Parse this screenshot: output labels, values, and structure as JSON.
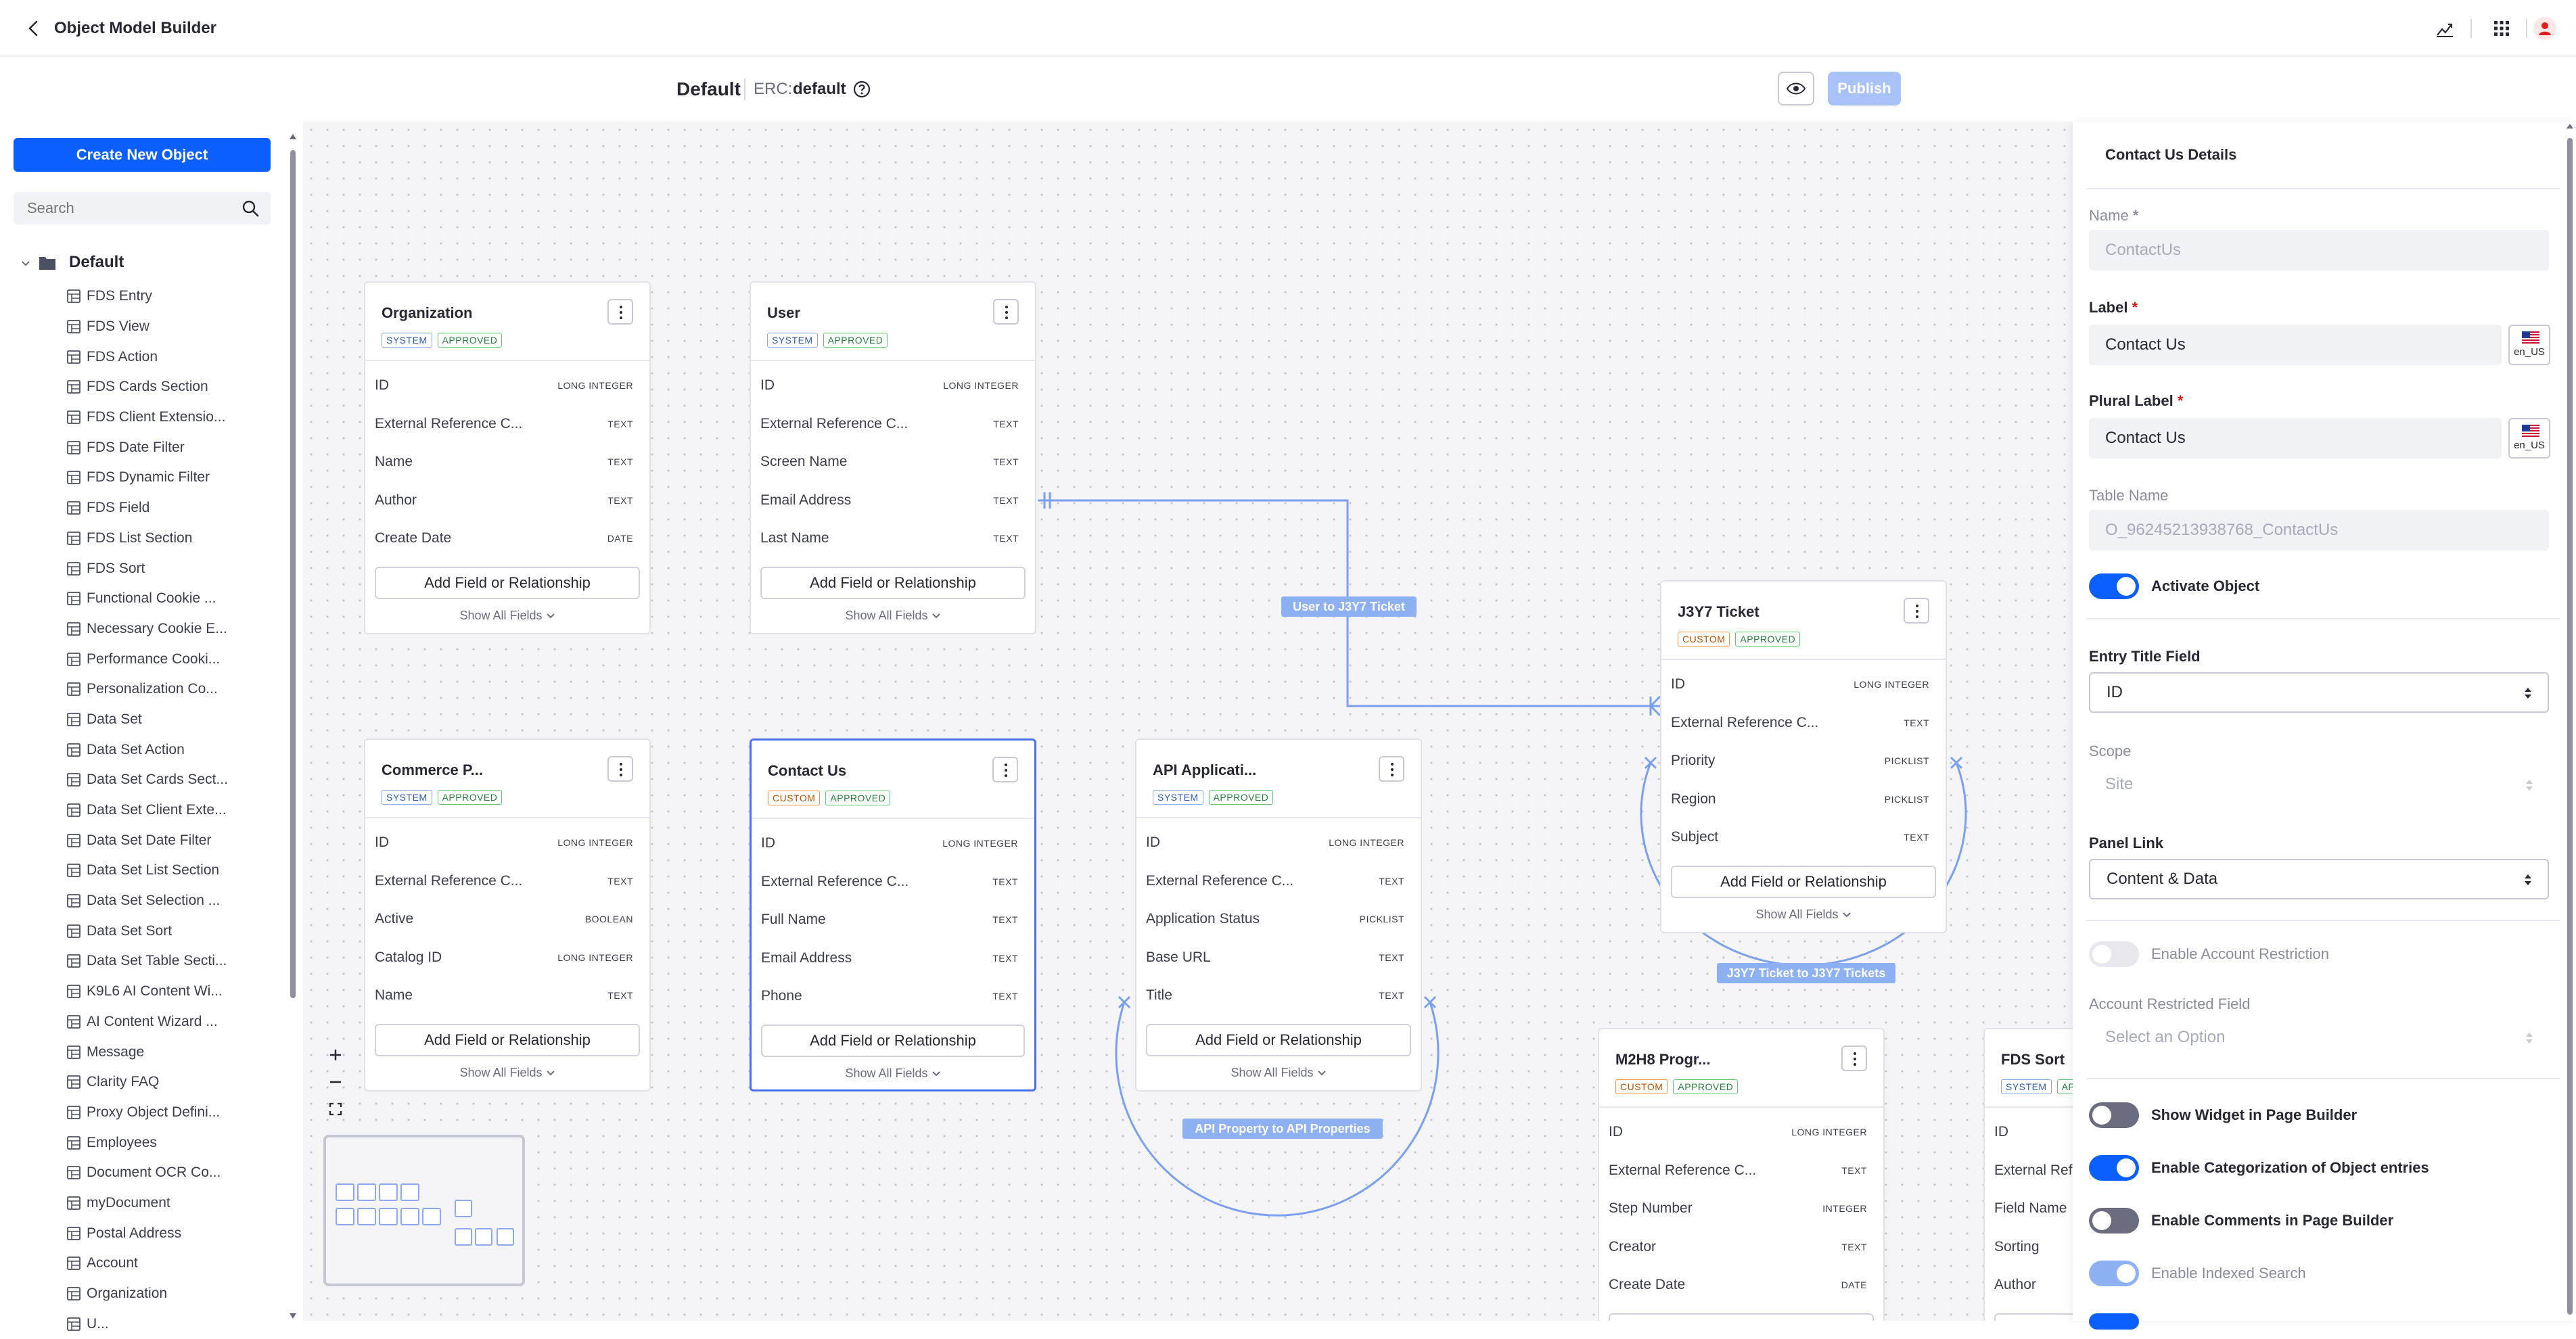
{
  "header": {
    "title": "Object Model Builder"
  },
  "subheader": {
    "model_name": "Default",
    "erc_label": "ERC:",
    "erc_value": "default",
    "publish_label": "Publish"
  },
  "sidebar": {
    "create_button_label": "Create New Object",
    "search_placeholder": "Search",
    "root_label": "Default",
    "items": [
      "FDS Entry",
      "FDS View",
      "FDS Action",
      "FDS Cards Section",
      "FDS Client Extensio...",
      "FDS Date Filter",
      "FDS Dynamic Filter",
      "FDS Field",
      "FDS List Section",
      "FDS Sort",
      "Functional Cookie ...",
      "Necessary Cookie E...",
      "Performance Cooki...",
      "Personalization Co...",
      "Data Set",
      "Data Set Action",
      "Data Set Cards Sect...",
      "Data Set Client Exte...",
      "Data Set Date Filter",
      "Data Set List Section",
      "Data Set Selection ...",
      "Data Set Sort",
      "Data Set Table Secti...",
      "K9L6 AI Content Wi...",
      "AI Content Wizard ...",
      "Message",
      "Clarity FAQ",
      "Proxy Object Defini...",
      "Employees",
      "Document OCR Co...",
      "myDocument",
      "Postal Address",
      "Account",
      "Organization",
      "U..."
    ]
  },
  "canvas": {
    "add_field_label": "Add Field or Relationship",
    "show_all_label": "Show All Fields",
    "cards": [
      {
        "title": "Organization",
        "badges": [
          "SYSTEM",
          "APPROVED"
        ],
        "fields": [
          [
            "ID",
            "LONG INTEGER"
          ],
          [
            "External Reference C...",
            "TEXT"
          ],
          [
            "Name",
            "TEXT"
          ],
          [
            "Author",
            "TEXT"
          ],
          [
            "Create Date",
            "DATE"
          ]
        ]
      },
      {
        "title": "User",
        "badges": [
          "SYSTEM",
          "APPROVED"
        ],
        "fields": [
          [
            "ID",
            "LONG INTEGER"
          ],
          [
            "External Reference C...",
            "TEXT"
          ],
          [
            "Screen Name",
            "TEXT"
          ],
          [
            "Email Address",
            "TEXT"
          ],
          [
            "Last Name",
            "TEXT"
          ]
        ]
      },
      {
        "title": "J3Y7 Ticket",
        "badges": [
          "CUSTOM",
          "APPROVED"
        ],
        "fields": [
          [
            "ID",
            "LONG INTEGER"
          ],
          [
            "External Reference C...",
            "TEXT"
          ],
          [
            "Priority",
            "PICKLIST"
          ],
          [
            "Region",
            "PICKLIST"
          ],
          [
            "Subject",
            "TEXT"
          ]
        ]
      },
      {
        "title": "Commerce P...",
        "badges": [
          "SYSTEM",
          "APPROVED"
        ],
        "fields": [
          [
            "ID",
            "LONG INTEGER"
          ],
          [
            "External Reference C...",
            "TEXT"
          ],
          [
            "Active",
            "BOOLEAN"
          ],
          [
            "Catalog ID",
            "LONG INTEGER"
          ],
          [
            "Name",
            "TEXT"
          ]
        ]
      },
      {
        "title": "Contact Us",
        "badges": [
          "CUSTOM",
          "APPROVED"
        ],
        "fields": [
          [
            "ID",
            "LONG INTEGER"
          ],
          [
            "External Reference C...",
            "TEXT"
          ],
          [
            "Full Name",
            "TEXT"
          ],
          [
            "Email Address",
            "TEXT"
          ],
          [
            "Phone",
            "TEXT"
          ]
        ]
      },
      {
        "title": "API Applicati...",
        "badges": [
          "SYSTEM",
          "APPROVED"
        ],
        "fields": [
          [
            "ID",
            "LONG INTEGER"
          ],
          [
            "External Reference C...",
            "TEXT"
          ],
          [
            "Application Status",
            "PICKLIST"
          ],
          [
            "Base URL",
            "TEXT"
          ],
          [
            "Title",
            "TEXT"
          ]
        ]
      },
      {
        "title": "M2H8 Progr...",
        "badges": [
          "CUSTOM",
          "APPROVED"
        ],
        "fields": [
          [
            "ID",
            "LONG INTEGER"
          ],
          [
            "External Reference C...",
            "TEXT"
          ],
          [
            "Step Number",
            "INTEGER"
          ],
          [
            "Creator",
            "TEXT"
          ],
          [
            "Create Date",
            "DATE"
          ]
        ]
      },
      {
        "title": "FDS Sort",
        "badges": [
          "SYSTEM",
          "APPROVED"
        ],
        "fields": [
          [
            "ID",
            ""
          ],
          [
            "External Refe",
            ""
          ],
          [
            "Field Name",
            ""
          ],
          [
            "Sorting",
            ""
          ],
          [
            "Author",
            ""
          ]
        ]
      }
    ],
    "relationships": [
      "User to J3Y7 Ticket",
      "J3Y7 Ticket to J3Y7 Tickets",
      "API Property to API Properties"
    ],
    "zoom_in": "+",
    "zoom_out": "−"
  },
  "details": {
    "title": "Contact Us Details",
    "name_label": "Name",
    "name_value": "ContactUs",
    "label_label": "Label",
    "label_value": "Contact Us",
    "plural_label_label": "Plural Label",
    "plural_label_value": "Contact Us",
    "locale": "en_US",
    "table_name_label": "Table Name",
    "table_name_value": "O_96245213938768_ContactUs",
    "activate_label": "Activate Object",
    "entry_title_label": "Entry Title Field",
    "entry_title_value": "ID",
    "scope_label": "Scope",
    "scope_value": "Site",
    "panel_link_label": "Panel Link",
    "panel_link_value": "Content & Data",
    "account_restriction_label": "Enable Account Restriction",
    "account_field_label": "Account Restricted Field",
    "account_field_placeholder": "Select an Option",
    "show_widget_label": "Show Widget in Page Builder",
    "categorization_label": "Enable Categorization of Object entries",
    "comments_label": "Enable Comments in Page Builder",
    "indexed_search_label": "Enable Indexed Search"
  },
  "colors": {
    "accent": "#0b5fff",
    "relationship": "#8eb1f4",
    "selected_border": "#4b6ff0"
  }
}
